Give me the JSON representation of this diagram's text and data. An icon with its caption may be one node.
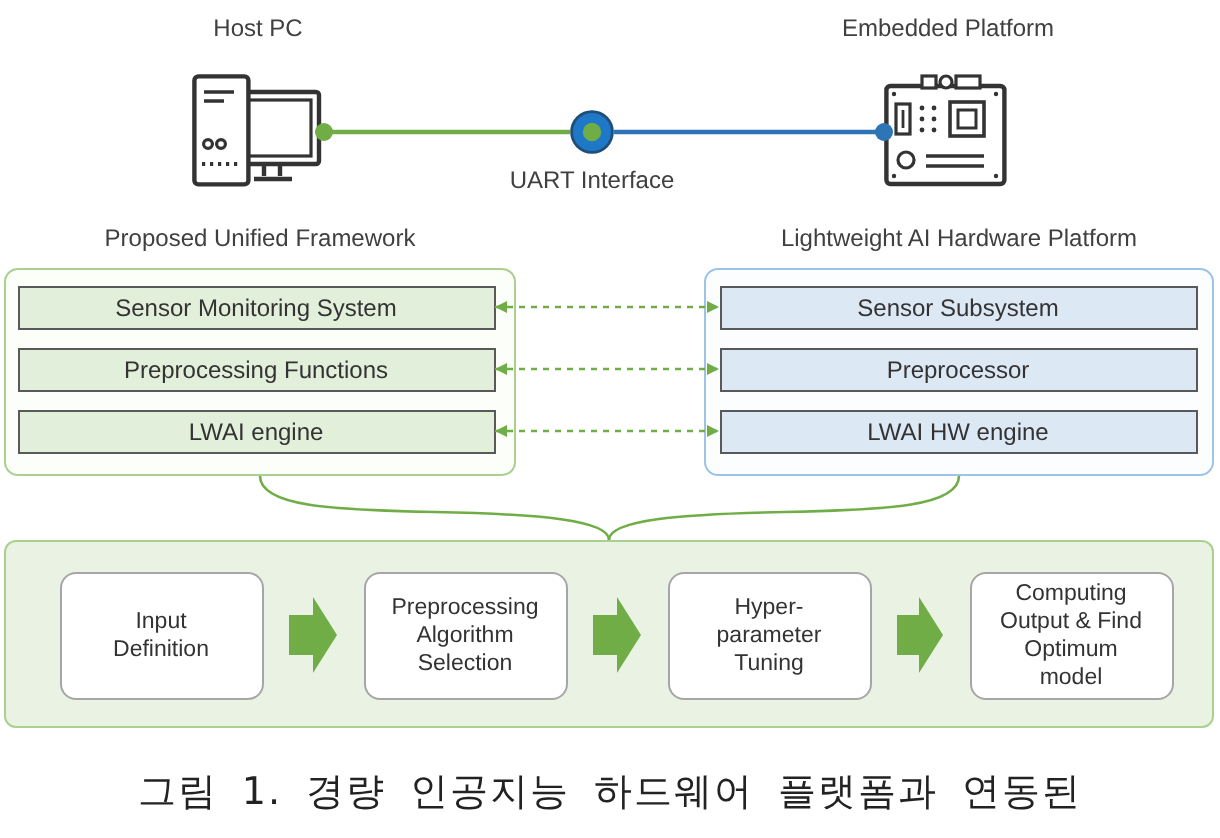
{
  "diagram": {
    "caption": "그림 1. 경량 인공지능 하드웨어 플랫폼과 연동된",
    "nodes": [
      {
        "text": [
          "Host PC"
        ]
      },
      {
        "text": [
          "UART Interface"
        ]
      },
      {
        "text": [
          "Embedded Platform"
        ]
      },
      {
        "text": [
          "Proposed Unified Framework"
        ]
      },
      {
        "text": [
          "Sensor Monitoring System"
        ],
        "in": 3
      },
      {
        "text": [
          "Preprocessing Functions"
        ],
        "in": 3
      },
      {
        "text": [
          "LWAI engine"
        ],
        "in": 3
      },
      {
        "text": [
          "Lightweight AI Hardware Platform"
        ]
      },
      {
        "text": [
          "Sensor Subsystem"
        ],
        "in": 7
      },
      {
        "text": [
          "Preprocessor"
        ],
        "in": 7
      },
      {
        "text": [
          "LWAI HW engine"
        ],
        "in": 7
      },
      {
        "text": [],
        "shape": "box"
      },
      {
        "text": [
          "Input Definition"
        ],
        "in": 11
      },
      {
        "text": [
          "Preprocessing Algorithm Selection"
        ],
        "in": 11
      },
      {
        "text": [
          "Hyper- parameter Tuning"
        ],
        "in": 11
      },
      {
        "text": [
          "Computing Output & Find Optimum model"
        ],
        "in": 11
      }
    ],
    "edges": [
      {
        "from": 1,
        "to": 0,
        "arrow": "other"
      },
      {
        "from": 1,
        "to": 2,
        "arrow": "other",
        "color": "#2e75b6"
      },
      {
        "from": 4,
        "to": 8,
        "arrow": "both",
        "style": "dashed"
      },
      {
        "from": 5,
        "to": 9,
        "arrow": "both",
        "style": "dashed"
      },
      {
        "from": 6,
        "to": 10,
        "arrow": "both",
        "style": "dashed"
      },
      {
        "from": 3,
        "to": 11,
        "arrow": "none"
      },
      {
        "from": 7,
        "to": 11,
        "arrow": "none"
      },
      {
        "from": 12,
        "to": 13,
        "arrow": "to",
        "style": "thick"
      },
      {
        "from": 13,
        "to": 14,
        "arrow": "to",
        "style": "thick"
      },
      {
        "from": 14,
        "to": 15,
        "arrow": "to",
        "style": "thick"
      }
    ]
  }
}
